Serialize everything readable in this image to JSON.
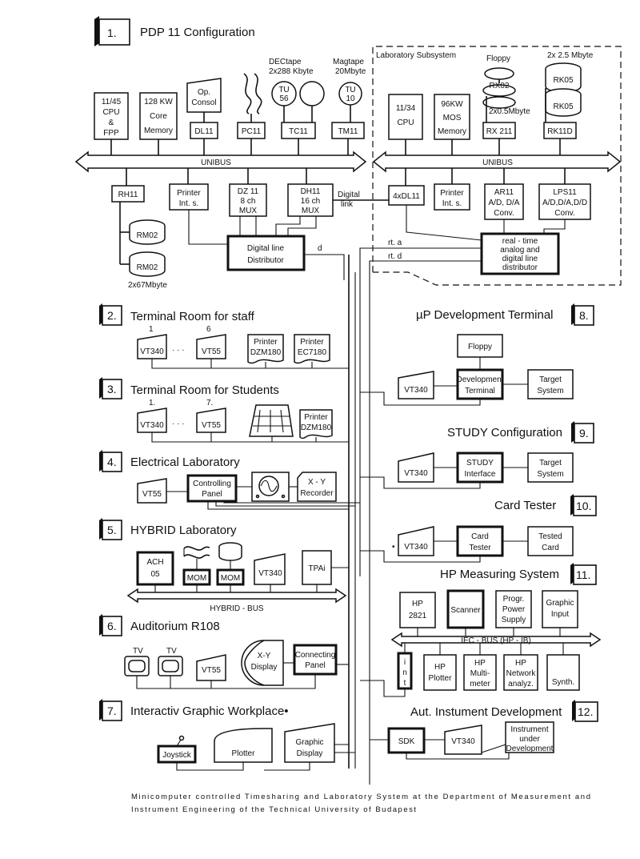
{
  "sections": {
    "s1": {
      "num": "1.",
      "title": "PDP 11 Configuration"
    },
    "s2": {
      "num": "2.",
      "title": "Terminal Room for staff"
    },
    "s3": {
      "num": "3.",
      "title": "Terminal Room for Students"
    },
    "s4": {
      "num": "4.",
      "title": "Electrical Laboratory"
    },
    "s5": {
      "num": "5.",
      "title": "HYBRID Laboratory"
    },
    "s6": {
      "num": "6.",
      "title": "Auditorium R108"
    },
    "s7": {
      "num": "7.",
      "title": "Interactiv Graphic Workplace•"
    },
    "s8": {
      "num": "8.",
      "title": "µP Development Terminal"
    },
    "s9": {
      "num": "9.",
      "title": "STUDY Configuration"
    },
    "s10": {
      "num": "10.",
      "title": "Card Tester"
    },
    "s11": {
      "num": "11.",
      "title": "HP Measuring System"
    },
    "s12": {
      "num": "12.",
      "title": "Aut. Instument Development"
    }
  },
  "pdp": {
    "lab_subsystem": "Laboratory Subsystem",
    "cpu1": [
      "11/45",
      "CPU",
      "&",
      "FPP"
    ],
    "core": [
      "128 KW",
      "Core",
      "Memory"
    ],
    "opconsol": [
      "Op.",
      "Consol"
    ],
    "dl11": "DL11",
    "pc11": "PC11",
    "dectape": [
      "DECtape",
      "2x288 Kbyte"
    ],
    "tu56": [
      "TU",
      "56"
    ],
    "tc11": "TC11",
    "magtape": [
      "Magtape",
      "20Mbyte"
    ],
    "tu10": [
      "TU",
      "10"
    ],
    "tm11": "TM11",
    "unibus": "UNIBUS",
    "rh11": "RH11",
    "printer1": [
      "Printer",
      "Int. s."
    ],
    "dz11": [
      "DZ 11",
      "8 ch",
      "MUX"
    ],
    "dh11": [
      "DH11",
      "16 ch",
      "MUX"
    ],
    "digital_link": [
      "Digital",
      "link"
    ],
    "rm02": "RM02",
    "rm02_cap": "2x67Mbyte",
    "dld": [
      "Digital line",
      "Distributor"
    ],
    "d": "d",
    "cpu2": [
      "11/34",
      "CPU"
    ],
    "mos": [
      "96KW",
      "MOS",
      "Memory"
    ],
    "floppy": "Floppy",
    "rx02": "RX02",
    "rx02_cap": "2x0.5Mbyte",
    "rx211": "RX 211",
    "rk_cap": "2x 2.5 Mbyte",
    "rk05": "RK05",
    "rk11d": "RK11D",
    "dl4": "4xDL11",
    "printer2": [
      "Printer",
      "Int. s."
    ],
    "ar11": [
      "AR11",
      "A/D, D/A",
      "Conv."
    ],
    "lps11": [
      "LPS11",
      "A/D,D/A,D/D",
      "Conv."
    ],
    "rta": "rt. a",
    "rtd": "rt. d",
    "rtdist": [
      "real - time",
      "analog and",
      "digital line",
      "distributor"
    ]
  },
  "s2": {
    "n1": "1",
    "n6": "6",
    "vt340": "VT340",
    "dots": "· · ·",
    "vt55": "VT55",
    "p1": [
      "Printer",
      "DZM180"
    ],
    "p2": [
      "Printer",
      "EC7180"
    ]
  },
  "s3": {
    "n1": "1.",
    "n7": "7.",
    "vt340": "VT340",
    "dots": "· · ·",
    "vt55": "VT55",
    "p1": [
      "Printer",
      "DZM180"
    ]
  },
  "s4": {
    "vt55": "VT55",
    "panel": [
      "Controlling",
      "Panel"
    ],
    "xy": [
      "X - Y",
      "Recorder"
    ]
  },
  "s5": {
    "ach": [
      "ACH",
      "05"
    ],
    "mom": "MOM",
    "vt340": "VT340",
    "tpai": "TPAi",
    "bus": "HYBRID - BUS"
  },
  "s6": {
    "tv": "TV",
    "vt55": "VT55",
    "xy": [
      "X-Y",
      "Display"
    ],
    "cp": [
      "Connecting",
      "Panel"
    ]
  },
  "s7": {
    "joy": "Joystick",
    "plotter": "Plotter",
    "gd": [
      "Graphic",
      "Display"
    ]
  },
  "s8": {
    "floppy": "Floppy",
    "vt340": "VT340",
    "dev": [
      "Development",
      "Terminal"
    ],
    "target": [
      "Target",
      "System"
    ]
  },
  "s9": {
    "vt340": "VT340",
    "study": [
      "STUDY",
      "Interface"
    ],
    "target": [
      "Target",
      "System"
    ]
  },
  "s10": {
    "dot": "•",
    "vt340": "VT340",
    "card": [
      "Card",
      "Tester"
    ],
    "tested": [
      "Tested",
      "Card"
    ]
  },
  "s11": {
    "hp": [
      "HP",
      "2821"
    ],
    "scanner": "Scanner",
    "pps": [
      "Progr.",
      "Power",
      "Supply"
    ],
    "gi": [
      "Graphic",
      "Input"
    ],
    "bus": "IEC - BUS   (HP - IB)",
    "int": [
      "i",
      "n",
      "t"
    ],
    "plotter": [
      "HP",
      "Plotter"
    ],
    "mm": [
      "HP",
      "Multi-",
      "meter"
    ],
    "na": [
      "HP",
      "Network",
      "analyz."
    ],
    "synth": "Synth."
  },
  "s12": {
    "sdk": "SDK",
    "vt340": "VT340",
    "inst": [
      "Instrument",
      "under",
      "Development"
    ]
  },
  "caption": [
    "Minicomputer controlled Timesharing and Laboratory System at the Department of Measurement and",
    "Instrument Engineering of the Technical University of Budapest"
  ]
}
